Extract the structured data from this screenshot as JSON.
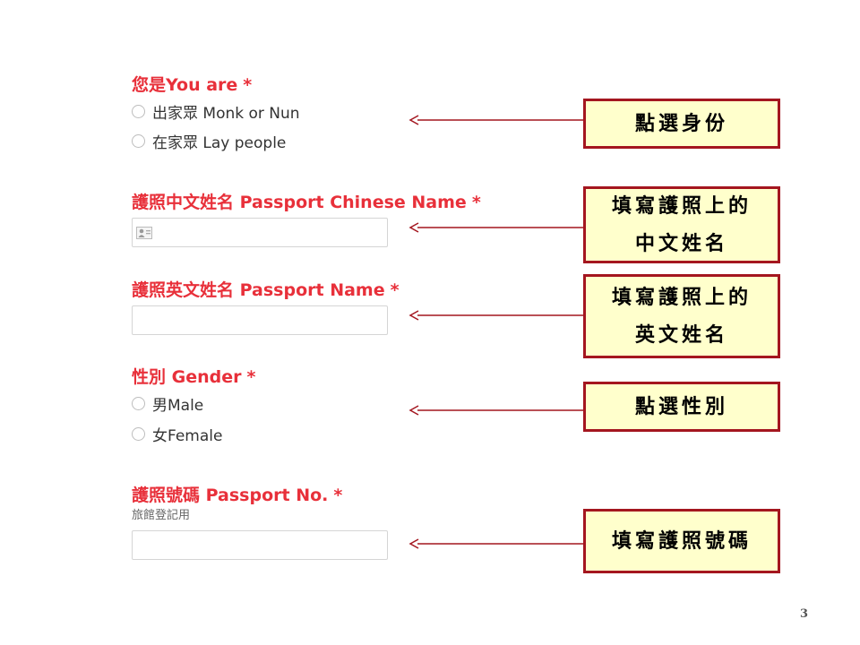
{
  "form": {
    "you_are": {
      "label": "您是You are",
      "required": "*",
      "options": [
        "出家眾 Monk or Nun",
        "在家眾 Lay people"
      ]
    },
    "passport_chinese_name": {
      "label": "護照中文姓名 Passport Chinese Name",
      "required": "*",
      "value": ""
    },
    "passport_name": {
      "label": "護照英文姓名 Passport Name",
      "required": "*",
      "value": ""
    },
    "gender": {
      "label": "性別 Gender",
      "required": "*",
      "options": [
        "男Male",
        "女Female"
      ]
    },
    "passport_no": {
      "label": "護照號碼 Passport No.",
      "required": "*",
      "hint": "旅館登記用",
      "value": ""
    }
  },
  "callouts": {
    "identity": "點選身份",
    "chinese_name_line1": "填寫護照上的",
    "chinese_name_line2": "中文姓名",
    "english_name_line1": "填寫護照上的",
    "english_name_line2": "英文姓名",
    "gender": "點選性別",
    "passport_no": "填寫護照號碼"
  },
  "page_number": "3",
  "colors": {
    "label_red": "#e8303a",
    "callout_border": "#a4161f",
    "callout_fill": "#ffffcc",
    "arrow": "#a4161f"
  },
  "icons": {
    "field_contact": "contact-card-icon"
  }
}
